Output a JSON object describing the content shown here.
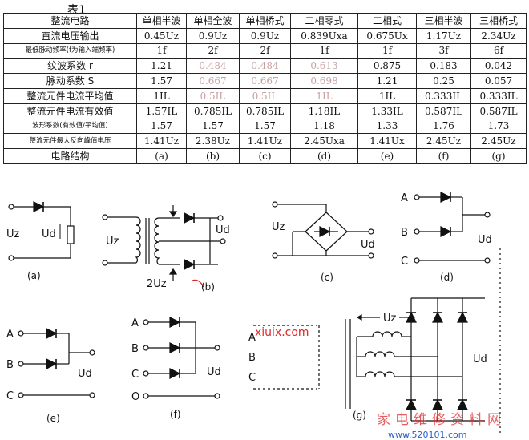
{
  "table": {
    "caption": "表1",
    "header": [
      "整流电路",
      "单相半波",
      "单相全波",
      "单相桥式",
      "二相零式",
      "二相式",
      "三相半波",
      "三相桥式"
    ],
    "rows": [
      [
        "直流电压输出",
        "0.45Uz",
        "0.9Uz",
        "0.9Uz",
        "0.839Uxa",
        "0.675Ux",
        "1.17Uz",
        "2.34Uz"
      ],
      [
        "最低脉动频率(f为输入端频率)",
        "1f",
        "2f",
        "2f",
        "1f",
        "1f",
        "3f",
        "6f"
      ],
      [
        "纹波系数 r",
        "1.21",
        "0.484",
        "0.484",
        "0.613",
        "0.875",
        "0.183",
        "0.042"
      ],
      [
        "脉动系数 S",
        "1.57",
        "0.667",
        "0.667",
        "0.698",
        "1.21",
        "0.25",
        "0.057"
      ],
      [
        "整流元件电流平均值",
        "1IL",
        "0.5IL",
        "0.5IL",
        "1IL",
        "1IL",
        "0.333IL",
        "0.333IL"
      ],
      [
        "整流元件电流有效值",
        "1.57IL",
        "0.785IL",
        "0.785IL",
        "1.18IL",
        "1.33IL",
        "0.587IL",
        "0.587IL"
      ],
      [
        "波形系数(有效值/平均值)",
        "1.57",
        "1.57",
        "1.57",
        "1.18",
        "1.33",
        "1.76",
        "1.73"
      ],
      [
        "整流元件最大反向峰值电压",
        "1.41Uz",
        "2.38Uz",
        "1.41Uz",
        "2.45Uxa",
        "1.41Ux",
        "2.45Uz",
        "2.45Uz"
      ],
      [
        "电路结构",
        "(a)",
        "(b)",
        "(c)",
        "(d)",
        "(e)",
        "(f)",
        "(g)"
      ]
    ]
  },
  "circuits": {
    "a": {
      "caption": "(a)",
      "input_label": "Uz",
      "output_label": "Ud"
    },
    "b": {
      "caption": "(b)",
      "input_label": "Uz",
      "output_label": "Ud",
      "secondary_label": "2Uz"
    },
    "c": {
      "caption": "(c)",
      "input_label": "Uz",
      "output_label": "Ud"
    },
    "d": {
      "caption": "(d)",
      "phases": [
        "A",
        "B",
        "C"
      ],
      "output_label": "Ud"
    },
    "e": {
      "caption": "(e)",
      "phases": [
        "A",
        "B",
        "C"
      ],
      "output_label": "Ud"
    },
    "f": {
      "caption": "(f)",
      "phases": [
        "A",
        "B",
        "C",
        "O"
      ],
      "output_label": "Ud"
    },
    "g": {
      "caption": "(g)",
      "phases": [
        "A",
        "B",
        "C"
      ],
      "input_label": "Uz",
      "output_label": "Ud"
    }
  },
  "watermarks": {
    "center": "xiuix.com",
    "bottom_cn": "家电维修资料网",
    "bottom_url": "www.520101.com"
  },
  "colors": {
    "ink": "#111111",
    "watermark_red": "#e0282a",
    "watermark_blue": "#2a5fc8"
  }
}
